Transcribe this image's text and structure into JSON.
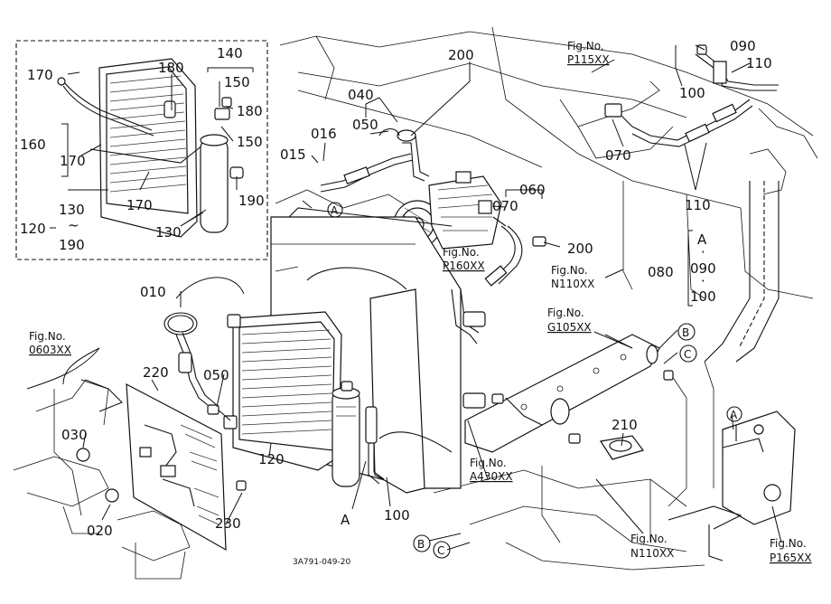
{
  "drawing_code": "3A791-049-20",
  "parts": {
    "p170a": "170",
    "p180a": "180",
    "p140": "140",
    "p150a": "150",
    "p180b": "180",
    "p150b": "150",
    "p160": "160",
    "p170b": "170",
    "p170c": "170",
    "p190a": "190",
    "p130a": "130",
    "p120a": "120",
    "p130b": "130",
    "p190b": "190",
    "p200a": "200",
    "p040": "040",
    "p050a": "050",
    "p016": "016",
    "p015": "015",
    "p060": "060",
    "p070a": "070",
    "p200b": "200",
    "p090a": "090",
    "p110a": "110",
    "p100a": "100",
    "p070b": "070",
    "p110b": "110",
    "p080": "080",
    "p010": "010",
    "p220": "220",
    "p050b": "050",
    "p030": "030",
    "p120b": "120",
    "p020": "020",
    "p230": "230",
    "p100b": "100",
    "p210": "210"
  },
  "stack_090": {
    "top": "A",
    "dot1": "·",
    "mid": "090",
    "dot2": "·",
    "bottom": "100"
  },
  "range_sym": "~",
  "callouts": {
    "a1": "A",
    "a2": "A",
    "a3": "A",
    "b1": "B",
    "c1": "C",
    "b2": "B",
    "c2": "C"
  },
  "fig_refs": [
    {
      "label": "Fig.No.",
      "code": "P115XX"
    },
    {
      "label": "Fig.No.",
      "code": "P160XX"
    },
    {
      "label": "Fig.No.",
      "code": "N110XX"
    },
    {
      "label": "Fig.No.",
      "code": "G105XX"
    },
    {
      "label": "Fig.No.",
      "code": "0603XX"
    },
    {
      "label": "Fig.No.",
      "code": "A430XX"
    },
    {
      "label": "Fig.No.",
      "code": "N110XX"
    },
    {
      "label": "Fig.No.",
      "code": "P165XX"
    }
  ]
}
